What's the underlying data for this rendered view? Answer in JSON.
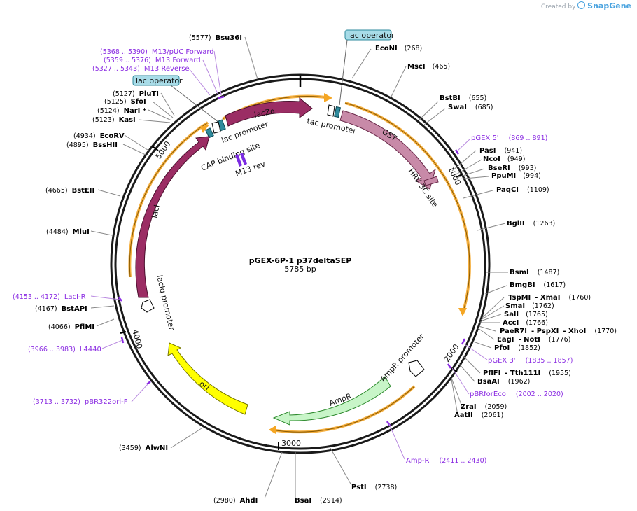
{
  "app": {
    "created_by": "Created by",
    "brand": "SnapGene"
  },
  "plasmid": {
    "name": "pGEX-6P-1 p37deltaSEP",
    "size": "5785 bp"
  },
  "ticks": [
    "1000",
    "2000",
    "3000",
    "4000",
    "5000"
  ],
  "colors": {
    "backbone": "#1a1a1a",
    "lac": "#9b2d64",
    "gst": "#c88aa8",
    "ampr": "#c8f5c8",
    "ori": "#ffff00",
    "operator": "#2e8a9c",
    "primer": "#8a2be2",
    "orange": "#f0a030"
  },
  "sites": [
    {
      "name": "Bsu36I",
      "pos": "(5577)"
    },
    {
      "name": "EcoNI",
      "pos": "(268)"
    },
    {
      "name": "MscI",
      "pos": "(465)"
    },
    {
      "name": "BstBI",
      "pos": "(655)"
    },
    {
      "name": "SwaI",
      "pos": "(685)"
    },
    {
      "name": "PasI",
      "pos": "(941)"
    },
    {
      "name": "NcoI",
      "pos": "(949)"
    },
    {
      "name": "BseRI",
      "pos": "(993)"
    },
    {
      "name": "PpuMI",
      "pos": "(994)"
    },
    {
      "name": "PaqCI",
      "pos": "(1109)"
    },
    {
      "name": "BglII",
      "pos": "(1263)"
    },
    {
      "name": "BsmI",
      "pos": "(1487)"
    },
    {
      "name": "BmgBI",
      "pos": "(1617)"
    },
    {
      "name": "TspMI",
      "pos": "(1760)"
    },
    {
      "name": "SmaI",
      "pos": "(1762)"
    },
    {
      "name": "SalI",
      "pos": "(1765)"
    },
    {
      "name": "AccI",
      "pos": "(1766)"
    },
    {
      "name": "PaeR7I",
      "pos": "(1770)"
    },
    {
      "name": "EagI",
      "pos": "(1776)"
    },
    {
      "name": "PfoI",
      "pos": "(1852)"
    },
    {
      "name": "PflFI",
      "pos": "(1955)"
    },
    {
      "name": "BsaAI",
      "pos": "(1962)"
    },
    {
      "name": "ZraI",
      "pos": "(2059)"
    },
    {
      "name": "AatII",
      "pos": "(2061)"
    },
    {
      "name": "PstI",
      "pos": "(2738)"
    },
    {
      "name": "BsaI",
      "pos": "(2914)"
    },
    {
      "name": "AhdI",
      "pos": "(2980)"
    },
    {
      "name": "AlwNI",
      "pos": "(3459)"
    },
    {
      "name": "PflMI",
      "pos": "(4066)"
    },
    {
      "name": "BstAPI",
      "pos": "(4167)"
    },
    {
      "name": "MluI",
      "pos": "(4484)"
    },
    {
      "name": "BstEII",
      "pos": "(4665)"
    },
    {
      "name": "BssHII",
      "pos": "(4895)"
    },
    {
      "name": "EcoRV",
      "pos": "(4934)"
    },
    {
      "name": "KasI",
      "pos": "(5123)"
    },
    {
      "name": "NarI *",
      "pos": "(5124)"
    },
    {
      "name": "SfoI",
      "pos": "(5125)"
    },
    {
      "name": "PluTI",
      "pos": "(5127)"
    }
  ],
  "site_pairs": {
    "xmai": "- XmaI",
    "pspxi": "- PspXI",
    "xhoi": "- XhoI",
    "noti": "- NotI",
    "tth111i": "- Tth111I"
  },
  "primers": [
    {
      "name": "M13/pUC Forward",
      "range": "(5368 .. 5390)"
    },
    {
      "name": "M13 Forward",
      "range": "(5359 .. 5376)"
    },
    {
      "name": "M13 Reverse",
      "range": "(5327 .. 5343)"
    },
    {
      "name": "pGEX 5'",
      "range": "(869 .. 891)"
    },
    {
      "name": "pGEX 3'",
      "range": "(1835 .. 1857)"
    },
    {
      "name": "pBRforEco",
      "range": "(2002 .. 2020)"
    },
    {
      "name": "Amp-R",
      "range": "(2411 .. 2430)"
    },
    {
      "name": "pBR322ori-F",
      "range": "(3713 .. 3732)"
    },
    {
      "name": "L4440",
      "range": "(3966 .. 3983)"
    },
    {
      "name": "LacI-R",
      "range": "(4153 .. 4172)"
    }
  ],
  "features": {
    "lac_operator_1": "lac operator",
    "lac_operator_2": "lac operator",
    "tac_promoter": "tac promoter",
    "gst": "GST",
    "hrv": "HRV 3C site",
    "lacza": "lacZα",
    "lac_promoter": "lac promoter",
    "cap": "CAP binding site",
    "m13rev": "M13 rev",
    "laci": "lacI",
    "laciq": "lacIq promoter",
    "ori": "ori",
    "ampr": "AmpR",
    "ampr_promoter": "AmpR promoter"
  }
}
